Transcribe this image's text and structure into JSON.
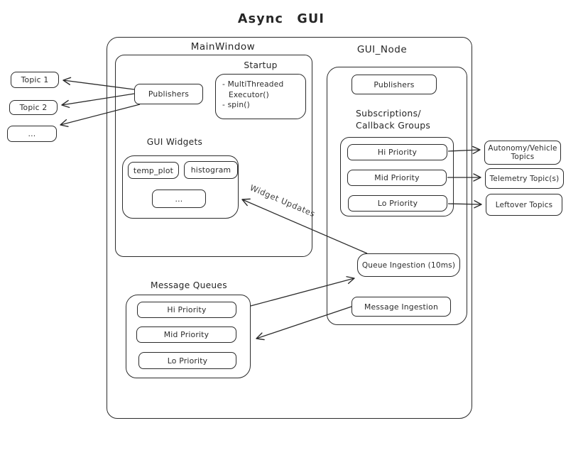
{
  "title": "Async GUI",
  "colors": {
    "stroke": "#2b2b2b",
    "background": "#ffffff"
  },
  "left_topics": [
    "Topic 1",
    "Topic 2",
    "..."
  ],
  "main_window": {
    "label": "MainWindow",
    "publishers_label": "Publishers",
    "startup": {
      "label": "Startup",
      "lines": [
        "- MultiThreaded",
        "Executor()",
        "- spin()"
      ]
    },
    "gui_widgets": {
      "label": "GUI Widgets",
      "items": [
        "temp_plot",
        "histogram",
        "..."
      ]
    }
  },
  "message_queues": {
    "label": "Message Queues",
    "items": [
      "Hi Priority",
      "Mid Priority",
      "Lo Priority"
    ]
  },
  "gui_node": {
    "label": "GUI_Node",
    "publishers_label": "Publishers",
    "subscriptions": {
      "label_line1": "Subscriptions/",
      "label_line2": "Callback Groups",
      "items": [
        "Hi Priority",
        "Mid Priority",
        "Lo Priority"
      ]
    },
    "queue_ingestion_label": "Queue Ingestion (10ms)",
    "message_ingestion_label": "Message Ingestion"
  },
  "right_topics": [
    {
      "lines": [
        "Autonomy/Vehicle",
        "Topics"
      ]
    },
    {
      "lines": [
        "Telemetry Topic(s)"
      ]
    },
    {
      "lines": [
        "Leftover Topics"
      ]
    }
  ],
  "annotations": {
    "widget_updates": "Widget Updates"
  }
}
